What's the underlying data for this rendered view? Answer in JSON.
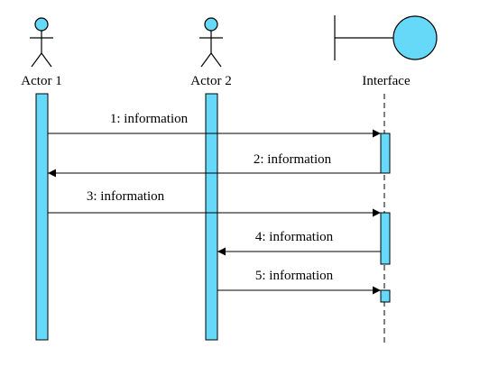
{
  "colors": {
    "fill": "#66D8F8",
    "stroke": "#000000",
    "background": "#FFFFFF"
  },
  "participants": [
    {
      "id": "actor1",
      "type": "actor",
      "label": "Actor 1"
    },
    {
      "id": "actor2",
      "type": "actor",
      "label": "Actor 2"
    },
    {
      "id": "interface",
      "type": "boundary",
      "label": "Interface"
    }
  ],
  "messages": [
    {
      "label": "1: information",
      "from": "actor1",
      "to": "interface"
    },
    {
      "label": "2: information",
      "from": "interface",
      "to": "actor1"
    },
    {
      "label": "3: information",
      "from": "actor1",
      "to": "interface"
    },
    {
      "label": "4: information",
      "from": "interface",
      "to": "actor2"
    },
    {
      "label": "5: information",
      "from": "actor2",
      "to": "interface"
    }
  ]
}
